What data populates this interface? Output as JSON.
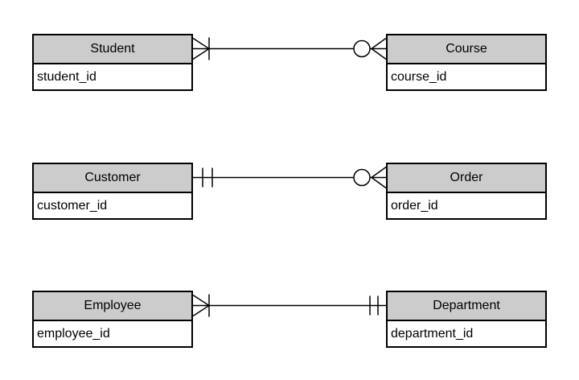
{
  "diagram": {
    "type": "entity-relationship",
    "notation": "crow-foot",
    "entities": [
      {
        "id": "student",
        "name": "Student",
        "attributes": [
          "student_id"
        ]
      },
      {
        "id": "course",
        "name": "Course",
        "attributes": [
          "course_id"
        ]
      },
      {
        "id": "customer",
        "name": "Customer",
        "attributes": [
          "customer_id"
        ]
      },
      {
        "id": "order",
        "name": "Order",
        "attributes": [
          "order_id"
        ]
      },
      {
        "id": "employee",
        "name": "Employee",
        "attributes": [
          "employee_id"
        ]
      },
      {
        "id": "department",
        "name": "Department",
        "attributes": [
          "department_id"
        ]
      }
    ],
    "relationships": [
      {
        "from": "Student",
        "to": "Course",
        "from_cardinality": "one or many",
        "from_notation": "crow-foot-with-bar",
        "to_cardinality": "zero or many",
        "to_notation": "circle-with-crow-foot"
      },
      {
        "from": "Customer",
        "to": "Order",
        "from_cardinality": "exactly one",
        "from_notation": "double-bar",
        "to_cardinality": "zero or many",
        "to_notation": "circle-with-crow-foot"
      },
      {
        "from": "Employee",
        "to": "Department",
        "from_cardinality": "one or many",
        "from_notation": "crow-foot-with-bar",
        "to_cardinality": "exactly one",
        "to_notation": "double-bar"
      }
    ],
    "colors": {
      "header_fill": "#cccccc",
      "body_fill": "#ffffff",
      "border": "#000000",
      "connector": "#000000",
      "background": "#ffffff"
    }
  }
}
